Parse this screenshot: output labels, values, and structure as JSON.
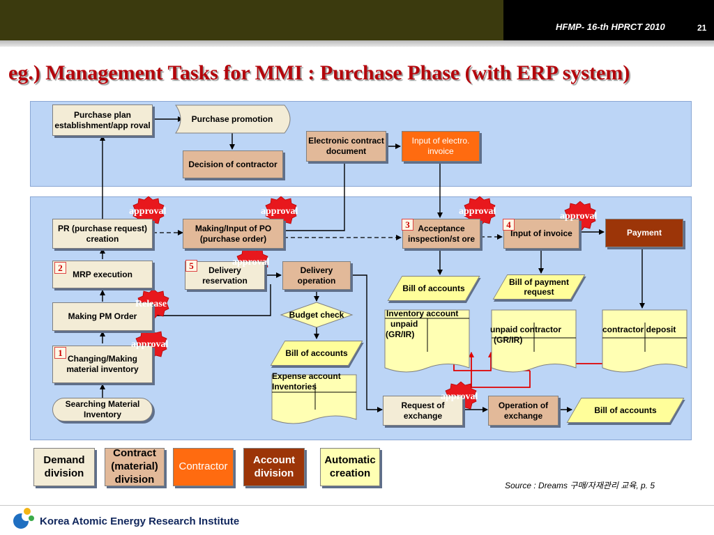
{
  "header": {
    "conference": "HFMP- 16-th HPRCT 2010",
    "page_number": "21"
  },
  "title": "eg.) Management Tasks for MMI : Purchase Phase (with ERP system)",
  "nodes": {
    "purchase_plan": "Purchase plan establishment/app roval",
    "purchase_promotion": "Purchase promotion",
    "decision_contractor": "Decision of contractor",
    "electronic_contract": "Electronic contract document",
    "input_electro_invoice": "Input of electro. invoice",
    "pr_creation": "PR (purchase request) creation",
    "making_po": "Making/Input of PO (purchase order)",
    "acceptance": "Acceptance inspection/st ore",
    "input_invoice": "Input of invoice",
    "payment": "Payment",
    "mrp_execution": "MRP execution",
    "delivery_reservation": "Delivery reservation",
    "delivery_operation": "Delivery operation",
    "bill_accounts_1": "Bill of accounts",
    "bill_payment_request": "Bill of payment request",
    "making_pm_order": "Making PM Order",
    "budget_check": "Budget check",
    "bill_accounts_2": "Bill of accounts",
    "changing_inventory": "Changing/Making material inventory",
    "searching_inventory": "Searching Material Inventory",
    "request_exchange": "Request of exchange",
    "operation_exchange": "Operation of exchange",
    "bill_accounts_3": "Bill of accounts"
  },
  "ledgers": {
    "inventory_account": "Inventory account",
    "inventory_unpaid": "unpaid",
    "inventory_grir": "(GR/IR)",
    "contractor_unpaid": "unpaid  contractor",
    "contractor_grir": "(GR/IR)",
    "contractor_deposit": "contractor deposit",
    "expense_account": "Expense account",
    "inventories": "Inventories"
  },
  "markers": {
    "approval": "approval",
    "release": "Release",
    "n1": "1",
    "n2": "2",
    "n3": "3",
    "n4": "4",
    "n5": "5"
  },
  "legend": {
    "demand": "Demand division",
    "contract": "Contract (material) division",
    "contractor": "Contractor",
    "account": "Account division",
    "automatic": "Automatic creation"
  },
  "source": "Source : Dreams 구매/자재관리 교육, p. 5",
  "footer": {
    "institute": "Korea Atomic Energy Research Institute"
  },
  "colors": {
    "title": "#b4050b",
    "panel": "#bcd5f6",
    "cream": "#f3ecd6",
    "tan": "#e2b999",
    "orange": "#ff6b10",
    "brown": "#9c3508",
    "yellow": "#fffe9a",
    "approval_star": "#e8181d",
    "header_bar": "#3b3a0e"
  }
}
